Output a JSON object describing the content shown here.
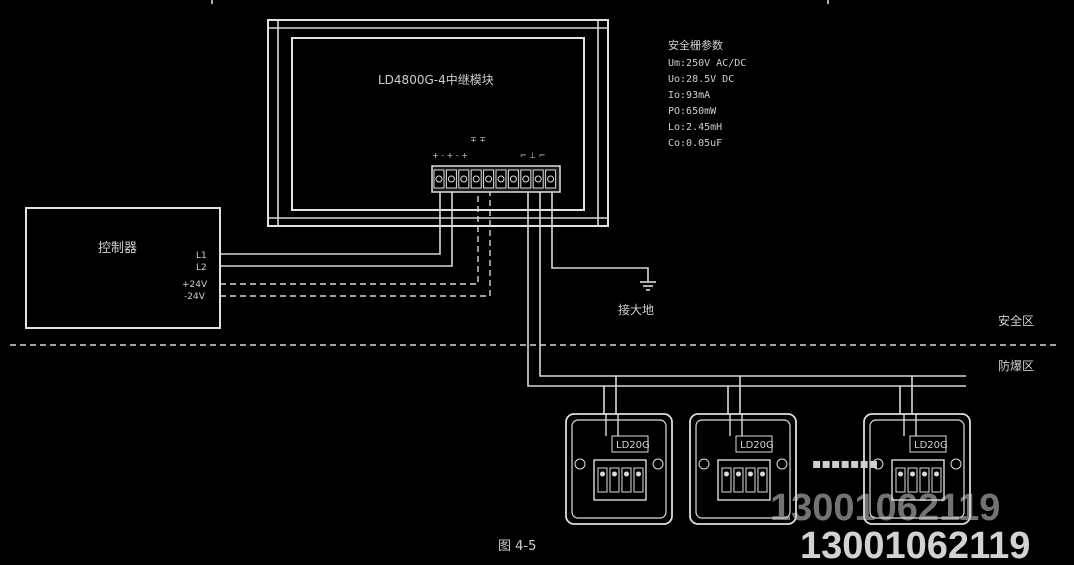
{
  "diagram": {
    "module_label": "LD4800G-4中继模块",
    "controller_label": "控制器",
    "terminal_labels": {
      "l1": "L1",
      "l2": "L2",
      "plus24": "+24V",
      "minus24": "-24V"
    },
    "safety_title": "安全栅参数",
    "safety_params": [
      "Um:250V AC/DC",
      "Uo:28.5V DC",
      "Io:93mA",
      "PO:650mW",
      "Lo:2.45mH",
      "Co:0.05uF"
    ],
    "ground_label": "接大地",
    "zone_safe": "安全区",
    "zone_hazard": "防爆区",
    "detector_label": "LD20G",
    "figure_caption": "图 4-5",
    "watermark": "13001062119"
  }
}
